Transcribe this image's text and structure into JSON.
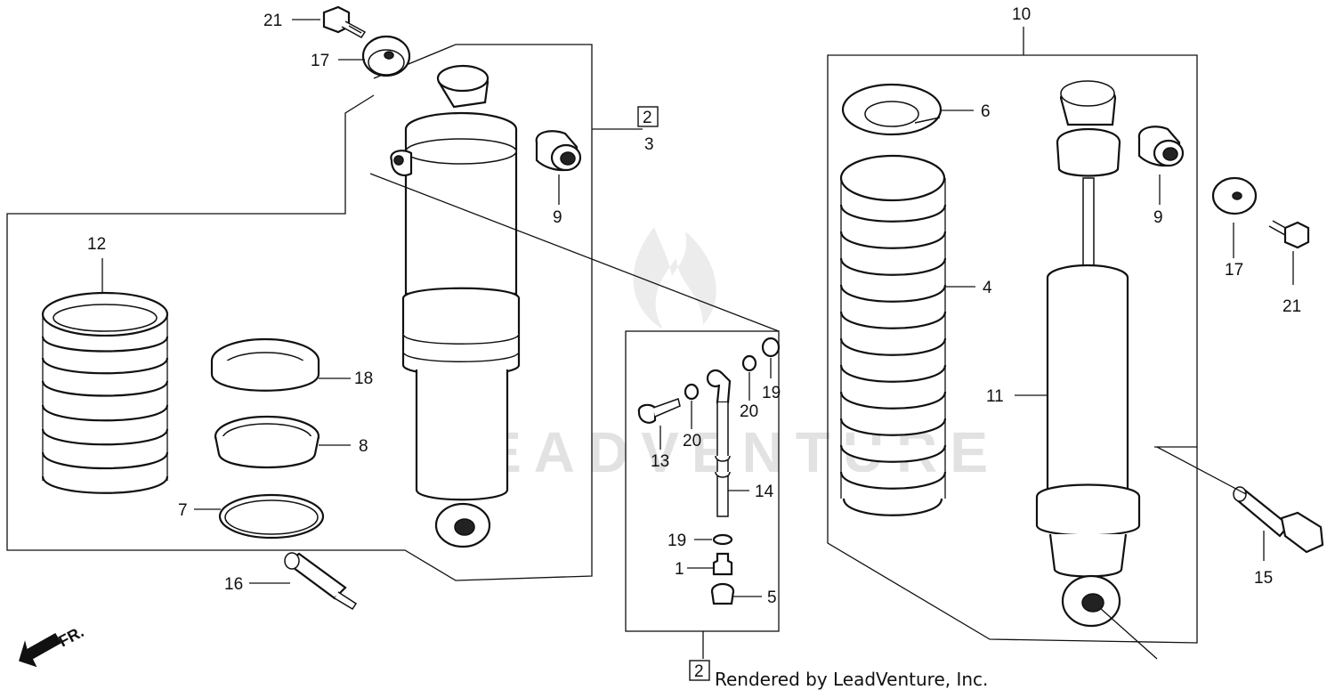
{
  "diagram": {
    "watermark": "LEADVENTURE",
    "credit": "Rendered by LeadVenture, Inc.",
    "direction_indicator": "FR.",
    "callouts": [
      {
        "id": "c21a",
        "label": "21"
      },
      {
        "id": "c17a",
        "label": "17"
      },
      {
        "id": "c2a",
        "label": "2",
        "boxed": true
      },
      {
        "id": "c3",
        "label": "3"
      },
      {
        "id": "c9a",
        "label": "9"
      },
      {
        "id": "c12",
        "label": "12"
      },
      {
        "id": "c18",
        "label": "18"
      },
      {
        "id": "c8",
        "label": "8"
      },
      {
        "id": "c7",
        "label": "7"
      },
      {
        "id": "c16",
        "label": "16"
      },
      {
        "id": "c10",
        "label": "10"
      },
      {
        "id": "c6",
        "label": "6"
      },
      {
        "id": "c4",
        "label": "4"
      },
      {
        "id": "c11",
        "label": "11"
      },
      {
        "id": "c9b",
        "label": "9"
      },
      {
        "id": "c17b",
        "label": "17"
      },
      {
        "id": "c21b",
        "label": "21"
      },
      {
        "id": "c15",
        "label": "15"
      },
      {
        "id": "c19a",
        "label": "19"
      },
      {
        "id": "c20a",
        "label": "20"
      },
      {
        "id": "c20b",
        "label": "20"
      },
      {
        "id": "c13",
        "label": "13"
      },
      {
        "id": "c14",
        "label": "14"
      },
      {
        "id": "c19b",
        "label": "19"
      },
      {
        "id": "c1",
        "label": "1"
      },
      {
        "id": "c5",
        "label": "5"
      },
      {
        "id": "c2b",
        "label": "2",
        "boxed": true
      }
    ]
  }
}
